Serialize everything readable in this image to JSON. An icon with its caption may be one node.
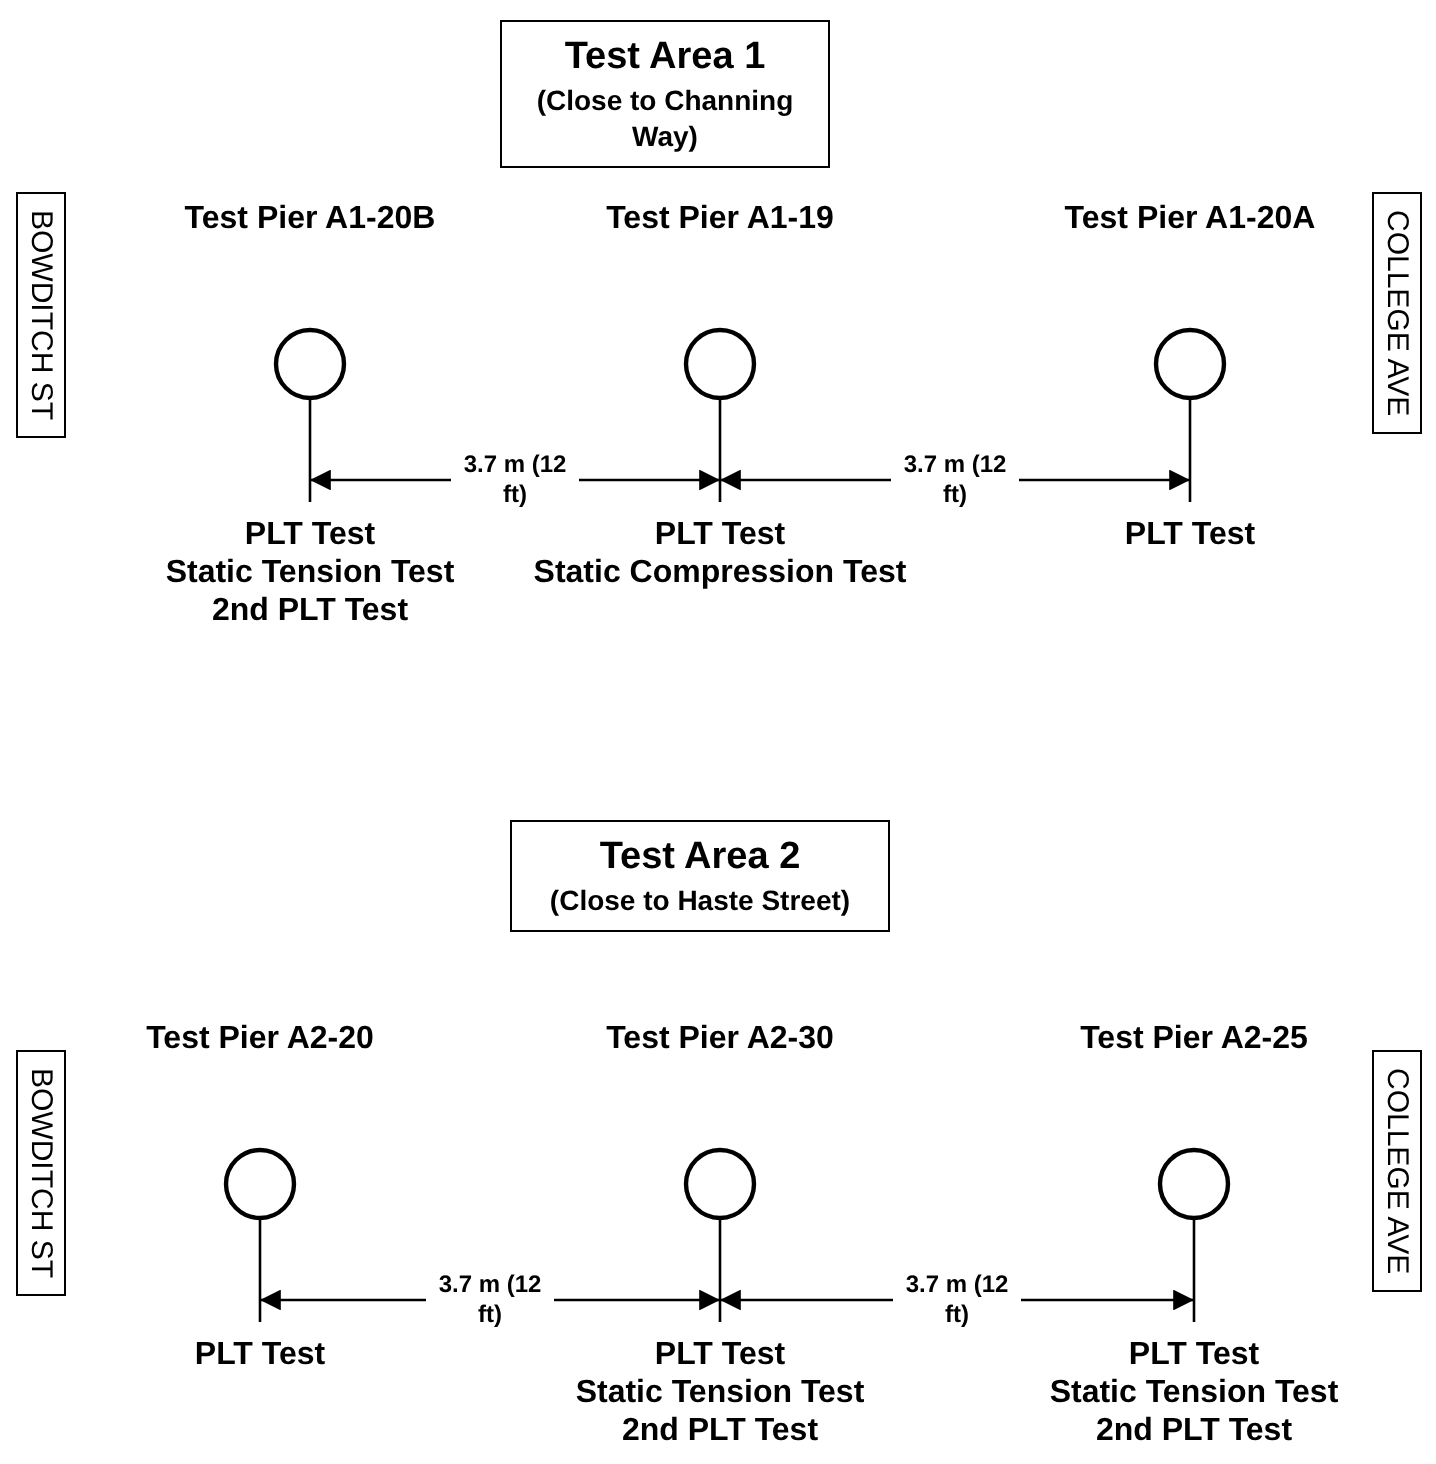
{
  "diagram": {
    "nodes": [
      {
        "text": [
          "Test Area 1",
          "(Close to Channing Way)"
        ]
      },
      {
        "text": [
          "BOWDITCH ST"
        ]
      },
      {
        "text": [
          "Test Pier A1-20B"
        ],
        "beside": [
          "PLT Test",
          "Static Tension Test",
          "2nd PLT Test"
        ]
      },
      {
        "text": [
          "Test Pier A1-19"
        ],
        "beside": [
          "PLT Test",
          "Static Compression Test"
        ]
      },
      {
        "text": [
          "Test Pier A1-20A"
        ],
        "beside": [
          "PLT Test"
        ]
      },
      {
        "text": [
          "COLLEGE AVE"
        ]
      },
      {
        "text": [
          "Test Area 2",
          "(Close to Haste Street)"
        ]
      },
      {
        "text": [
          "BOWDITCH ST"
        ]
      },
      {
        "text": [
          "Test Pier A2-20"
        ],
        "beside": [
          "PLT Test"
        ]
      },
      {
        "text": [
          "Test Pier A2-30"
        ],
        "beside": [
          "PLT Test",
          "Static Tension Test",
          "2nd PLT Test"
        ]
      },
      {
        "text": [
          "Test Pier A2-25"
        ],
        "beside": [
          "PLT Test",
          "Static Tension Test",
          "2nd PLT Test"
        ]
      },
      {
        "text": [
          "COLLEGE AVE"
        ]
      }
    ],
    "edges": [],
    "labels": [
      "3.7 m (12 ft)",
      "3.7 m (12 ft)",
      "3.7 m (12 ft)",
      "3.7 m (12 ft)"
    ]
  }
}
